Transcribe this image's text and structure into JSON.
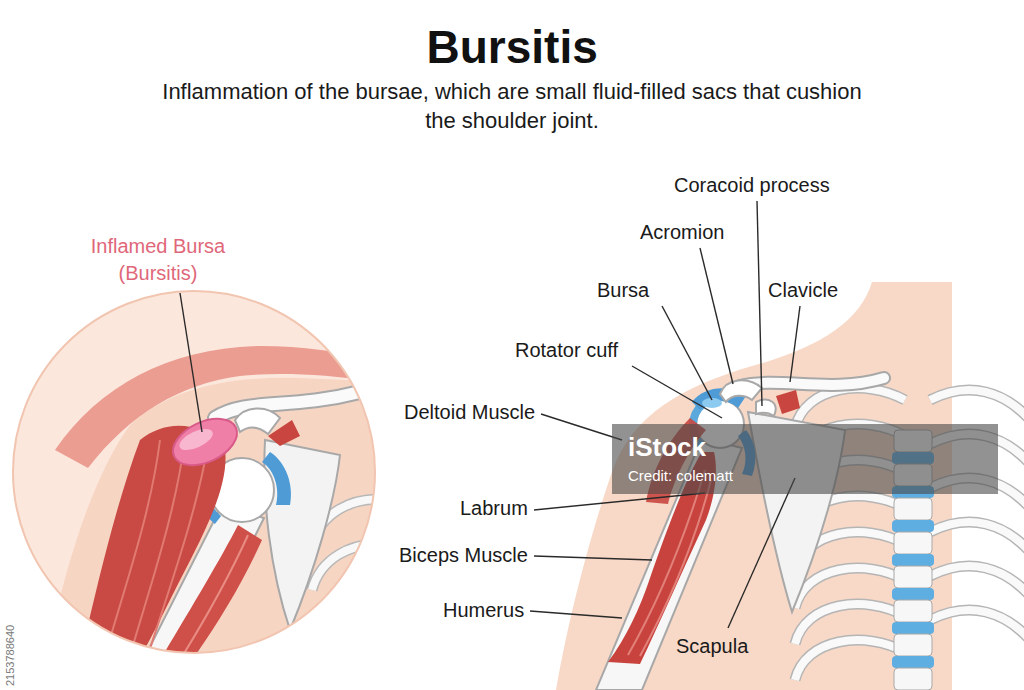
{
  "diagram": {
    "title": "Bursitis",
    "caption": "Inflammation of the bursae, which are small fluid-filled sacs that cushion the shoulder joint.",
    "labels": [
      "Inflamed Bursa (Bursitis)",
      "Coracoid process",
      "Acromion",
      "Bursa",
      "Clavicle",
      "Rotator cuff",
      "Deltoid Muscle",
      "Labrum",
      "Biceps Muscle",
      "Humerus",
      "Scapula",
      "iStock",
      "Credit: colematt",
      "2153788640"
    ]
  }
}
